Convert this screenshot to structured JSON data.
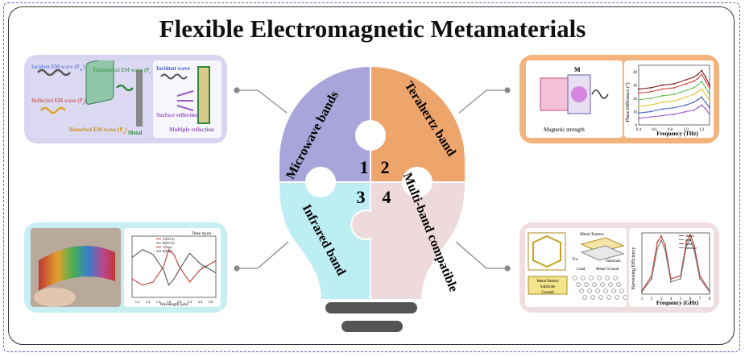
{
  "title": "Flexible Electromagnetic Metamaterials",
  "puzzle": [
    {
      "number": "1",
      "label": "Microwave bands",
      "color": "#a9a5da"
    },
    {
      "number": "2",
      "label": "Terahertz band",
      "color": "#eea56c"
    },
    {
      "number": "3",
      "label": "Infrared band",
      "color": "#bdeef3"
    },
    {
      "number": "4",
      "label": "Multi-band compatible",
      "color": "#eed9dc"
    }
  ],
  "microwave": {
    "incident": "Incident EM wave (P",
    "incident_sub": "in",
    "reflected": "Reflected EM wave (P",
    "reflected_sub": "r",
    "transmitted": "Transmitted EM wave (P",
    "transmitted_sub": "t",
    "absorbed": "Absorbed EM wave (P",
    "absorbed_sub": "a",
    "metal": "Metal",
    "incident_wave": "Incident wave",
    "surface_reflection": "Surface reflection",
    "multiple_reflection": "Multiple reflection"
  },
  "terahertz": {
    "magnetic_strength": "Magnetic strength",
    "m_label": "M",
    "chart": {
      "type": "line",
      "xlabel": "Frequency (THz)",
      "ylabel": "Phase Difference (°)",
      "xticks": [
        "0.4",
        "0.6",
        "0.8",
        "1.0",
        "1.2"
      ],
      "yticks": [
        "0",
        "10",
        "20",
        "30",
        "40"
      ],
      "xlim": [
        0.4,
        1.3
      ],
      "ylim": [
        0,
        45
      ],
      "series": [
        {
          "color": "#7b1f1f",
          "x": [
            0.4,
            0.55,
            0.7,
            0.85,
            1.0,
            1.1,
            1.15,
            1.2,
            1.25,
            1.3
          ],
          "y": [
            27,
            28,
            30,
            31,
            34,
            36,
            38,
            41,
            36,
            30
          ]
        },
        {
          "color": "#e0443a",
          "x": [
            0.4,
            0.55,
            0.7,
            0.85,
            1.0,
            1.1,
            1.15,
            1.2,
            1.25,
            1.3
          ],
          "y": [
            24,
            25,
            27,
            28,
            31,
            33,
            35,
            38,
            33,
            28
          ]
        },
        {
          "color": "#6bbf59",
          "x": [
            0.4,
            0.55,
            0.7,
            0.85,
            1.0,
            1.1,
            1.15,
            1.2,
            1.25,
            1.3
          ],
          "y": [
            19,
            20,
            22,
            23,
            26,
            28,
            30,
            33,
            28,
            23
          ]
        },
        {
          "color": "#e6c63a",
          "x": [
            0.4,
            0.55,
            0.7,
            0.85,
            1.0,
            1.1,
            1.15,
            1.2,
            1.25,
            1.3
          ],
          "y": [
            14,
            15,
            17,
            18,
            21,
            23,
            25,
            27,
            23,
            18
          ]
        },
        {
          "color": "#4a64c8",
          "x": [
            0.4,
            0.55,
            0.7,
            0.85,
            1.0,
            1.1,
            1.15,
            1.2,
            1.25,
            1.3
          ],
          "y": [
            9,
            10,
            12,
            13,
            15,
            17,
            19,
            21,
            17,
            13
          ]
        },
        {
          "color": "#9a5cc4",
          "x": [
            0.4,
            0.55,
            0.7,
            0.85,
            1.0,
            1.1,
            1.15,
            1.2,
            1.25,
            1.3
          ],
          "y": [
            5,
            6,
            7,
            8,
            10,
            11,
            13,
            15,
            12,
            8
          ]
        }
      ]
    }
  },
  "infrared": {
    "chart": {
      "type": "line",
      "header": "Three layers",
      "xlabel": "Wavelength (μm)",
      "xticks": [
        "1.2",
        "1.4",
        "1.6",
        "1.8",
        "2.0",
        "2.2",
        "2.4",
        "2.6"
      ],
      "legend": [
        "T(D1T2)",
        "R(D1T2)",
        "T(Exp)",
        "R(Exp)"
      ],
      "annotation": "ε=1",
      "xlim": [
        1.1,
        2.7
      ],
      "ylim": [
        0,
        1
      ],
      "series": [
        {
          "color": "#c0392b",
          "x": [
            1.1,
            1.3,
            1.5,
            1.7,
            1.8,
            1.9,
            2.0,
            2.2,
            2.4,
            2.7
          ],
          "y": [
            0.3,
            0.2,
            0.25,
            0.5,
            0.78,
            0.7,
            0.5,
            0.25,
            0.45,
            0.6
          ]
        },
        {
          "color": "#555555",
          "x": [
            1.1,
            1.3,
            1.5,
            1.7,
            1.8,
            1.9,
            2.0,
            2.2,
            2.4,
            2.7
          ],
          "y": [
            0.65,
            0.78,
            0.7,
            0.45,
            0.2,
            0.3,
            0.45,
            0.72,
            0.55,
            0.4
          ]
        }
      ]
    }
  },
  "multiband": {
    "metal_pattern_top": "Metal Pattern",
    "via": "Via",
    "substrate": "Substrate",
    "load": "Load",
    "metal_ground": "Metal Ground",
    "metal_pattern": "Metal Pattern",
    "substrate2": "Substrate",
    "ground": "Ground",
    "chart": {
      "type": "line",
      "xlabel": "Frequency (GHz)",
      "ylabel": "Harvesting Efficiency",
      "xticks": [
        "1",
        "2",
        "3",
        "4",
        "5",
        "6",
        "7",
        "8"
      ],
      "legend": [
        "absorb",
        "load",
        "metal",
        "substrate"
      ],
      "xlim": [
        1,
        8
      ],
      "ylim": [
        0,
        1
      ],
      "series": [
        {
          "color": "#c0392b",
          "x": [
            1,
            2,
            2.6,
            3,
            3.4,
            4,
            5,
            5.6,
            6,
            6.4,
            7,
            8
          ],
          "y": [
            0.05,
            0.3,
            0.85,
            0.95,
            0.8,
            0.25,
            0.3,
            0.85,
            0.97,
            0.8,
            0.3,
            0.05
          ]
        },
        {
          "color": "#7a7a7a",
          "x": [
            1,
            2,
            2.6,
            3,
            3.4,
            4,
            5,
            5.6,
            6,
            6.4,
            7,
            8
          ],
          "y": [
            0.04,
            0.25,
            0.75,
            0.88,
            0.72,
            0.2,
            0.25,
            0.78,
            0.9,
            0.72,
            0.25,
            0.04
          ]
        }
      ]
    }
  }
}
